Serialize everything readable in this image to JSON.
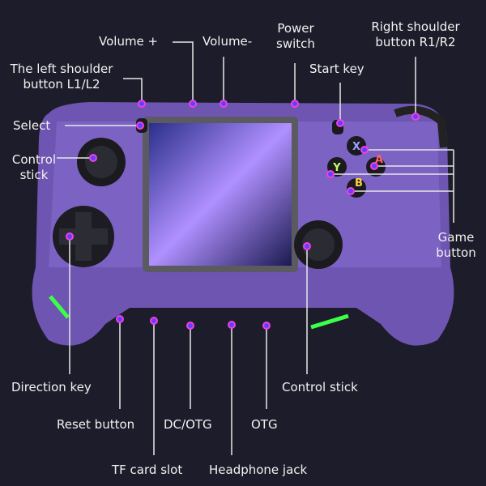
{
  "labels": {
    "volume_plus": "Volume +",
    "volume_minus": "Volume-",
    "power_switch_1": "Power",
    "power_switch_2": "switch",
    "right_shoulder_1": "Right shoulder",
    "right_shoulder_2": "button R1/R2",
    "left_shoulder_1": "The left shoulder",
    "left_shoulder_2": "button L1/L2",
    "start_key": "Start key",
    "select": "Select",
    "control_stick_left_1": "Control",
    "control_stick_left_2": "stick",
    "game_button_1": "Game",
    "game_button_2": "button",
    "direction_key": "Direction key",
    "control_stick_right": "Control stick",
    "reset_button": "Reset button",
    "dc_otg": "DC/OTG",
    "otg": "OTG",
    "tf_card_slot": "TF card slot",
    "headphone_jack": "Headphone jack"
  },
  "buttons": {
    "x": "X",
    "y": "Y",
    "a": "A",
    "b": "B"
  },
  "colors": {
    "background": "#1d1c2a",
    "device": "#7b5fc9",
    "marker": "#d040e0",
    "led": "#3cff4a"
  }
}
